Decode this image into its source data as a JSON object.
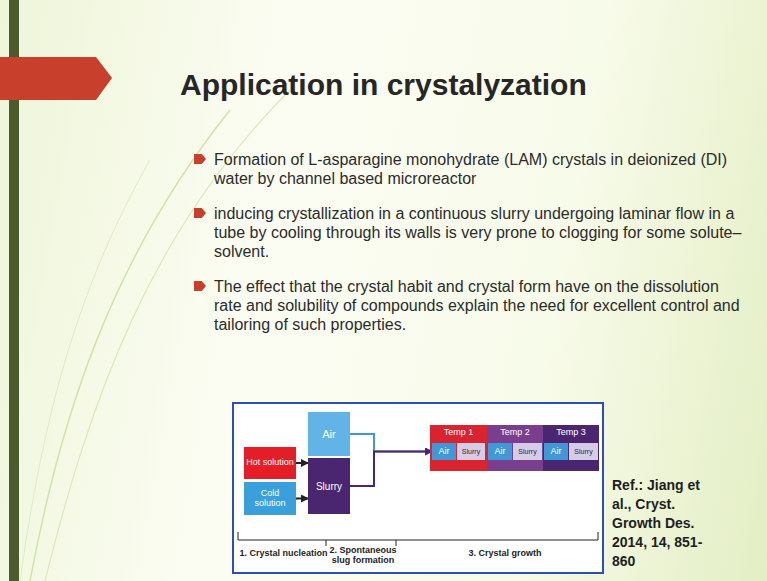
{
  "diagram": {
    "title": "Application in crystalyzation",
    "nodes": [
      {
        "text": [
          "Hot solution"
        ]
      },
      {
        "text": [
          "Cold solution"
        ]
      },
      {
        "text": [
          "Slurry"
        ]
      },
      {
        "text": [
          "Air"
        ]
      },
      {
        "text": [
          "Temp 1"
        ]
      },
      {
        "text": [
          "Temp 2"
        ]
      },
      {
        "text": [
          "Temp 3"
        ]
      },
      {
        "text": [
          "Air"
        ],
        "in": 4
      },
      {
        "text": [
          "Slurry"
        ],
        "in": 4
      },
      {
        "text": [
          "Air"
        ],
        "in": 5
      },
      {
        "text": [
          "Slurry"
        ],
        "in": 5
      },
      {
        "text": [
          "Air"
        ],
        "in": 6
      },
      {
        "text": [
          "Slurry"
        ],
        "in": 6
      }
    ],
    "edges": [
      {
        "from": 0,
        "to": 2,
        "arrow": "to"
      },
      {
        "from": 1,
        "to": 2,
        "arrow": "to"
      },
      {
        "from": 3,
        "to": 7,
        "arrow": "to"
      },
      {
        "from": 2,
        "to": 7,
        "arrow": "to"
      }
    ],
    "labels": [
      "Formation of L-asparagine monohydrate (LAM) crystals in deionized (DI) water by channel based microreactor",
      "inducing crystallization in a continuous slurry undergoing laminar flow in a tube by cooling through its walls is very prone to clogging for some solute–solvent.",
      "The effect that the crystal habit and crystal form have on the dissolution rate and solubility of compounds explain the need for excellent control and tailoring of such properties.",
      "1. Crystal nucleation",
      "2. Spontaneous slug formation",
      "3. Crystal growth",
      "Ref.: Jiang et al., Cryst. Growth Des. 2014, 14, 851-860"
    ]
  }
}
